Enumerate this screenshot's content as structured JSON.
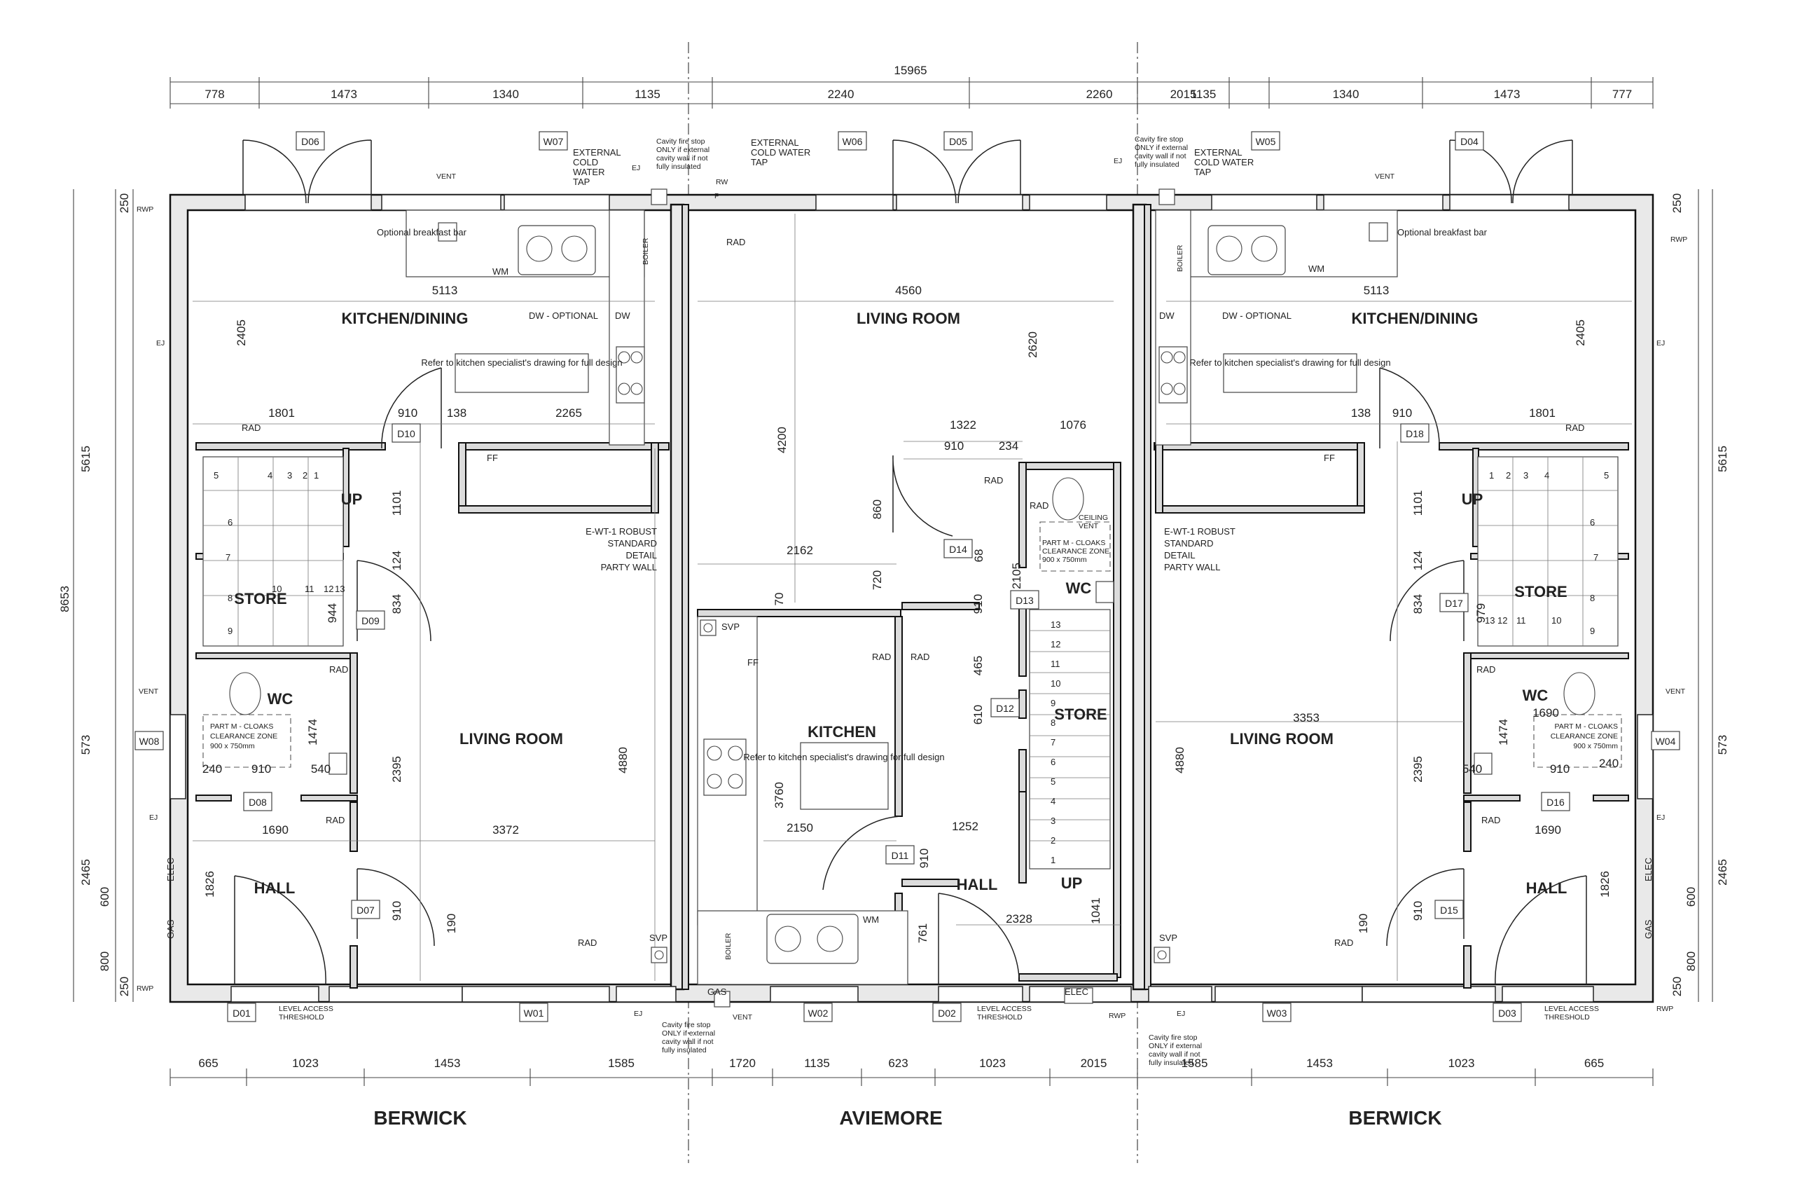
{
  "units": [
    {
      "name": "BERWICK"
    },
    {
      "name": "AVIEMORE"
    },
    {
      "name": "BERWICK"
    }
  ],
  "dims": {
    "overall": "15965",
    "top": [
      "778",
      "1473",
      "1340",
      "1135",
      "2240",
      "2260",
      "2015",
      "1135",
      "1340",
      "1473",
      "777"
    ],
    "bottom": [
      "665",
      "1023",
      "1453",
      "1585",
      "1720",
      "1135",
      "623",
      "1023",
      "2015",
      "1585",
      "1453",
      "1023",
      "665"
    ],
    "left_overall": "8653",
    "left_main": "5615",
    "left_sub": [
      "2465",
      "573"
    ],
    "left_small": [
      "250",
      "600",
      "800",
      "250"
    ],
    "right_main": "5615",
    "right_sub": [
      "2465",
      "573"
    ],
    "right_small": [
      "250",
      "600",
      "800",
      "250"
    ],
    "internal": {
      "b1": [
        "5113",
        "2405",
        "1801",
        "910",
        "138",
        "2265",
        "1101",
        "124",
        "944",
        "834",
        "1474",
        "240",
        "910",
        "540",
        "2395",
        "4880",
        "3372",
        "1690",
        "1826",
        "190",
        "910"
      ],
      "av": [
        "4560",
        "2620",
        "4200",
        "1322",
        "910",
        "234",
        "1076",
        "860",
        "2162",
        "720",
        "70",
        "2105",
        "68",
        "910",
        "465",
        "610",
        "3760",
        "2150",
        "1252",
        "910",
        "2328",
        "761",
        "1041"
      ],
      "b2": [
        "5113",
        "2405",
        "1801",
        "910",
        "138",
        "1101",
        "124",
        "979",
        "834",
        "1474",
        "1690",
        "540",
        "910",
        "240",
        "2395",
        "4880",
        "3353",
        "1690",
        "1826",
        "190",
        "910"
      ]
    }
  },
  "rooms": {
    "b1": {
      "kitchen_dining": "KITCHEN/DINING",
      "living": "LIVING ROOM",
      "store": "STORE",
      "wc": "WC",
      "hall": "HALL",
      "up": "UP"
    },
    "av": {
      "living": "LIVING ROOM",
      "kitchen": "KITCHEN",
      "wc": "WC",
      "store": "STORE",
      "hall": "HALL",
      "up": "UP"
    },
    "b2": {
      "kitchen_dining": "KITCHEN/DINING",
      "living": "LIVING ROOM",
      "store": "STORE",
      "wc": "WC",
      "hall": "HALL",
      "up": "UP"
    }
  },
  "tags": {
    "doors": [
      "D01",
      "D02",
      "D03",
      "D04",
      "D05",
      "D06",
      "D07",
      "D08",
      "D09",
      "D10",
      "D11",
      "D12",
      "D13",
      "D14",
      "D15",
      "D16",
      "D17",
      "D18"
    ],
    "windows": [
      "W01",
      "W02",
      "W03",
      "W04",
      "W05",
      "W06",
      "W07",
      "W08"
    ]
  },
  "notes": {
    "refer_kitchen": "Refer to kitchen specialist's drawing for full design",
    "refer_kitchen_av": "Refer to kitchen specialist's drawing for full design",
    "optional_breakfast": "Optional breakfast bar",
    "dw_optional": "DW - OPTIONAL",
    "dw": "DW",
    "wm": "WM",
    "ff": "FF",
    "rad": "RAD",
    "boiler": "BOILER",
    "party_wall": [
      "E-WT-1 ROBUST",
      "STANDARD",
      "DETAIL",
      "PARTY WALL"
    ],
    "part_m": [
      "PART M - CLOAKS",
      "CLEARANCE ZONE",
      "900 x 750mm"
    ],
    "ext_cold_water": [
      "EXTERNAL",
      "COLD",
      "WATER",
      "TAP"
    ],
    "ext_cold_water_av": [
      "EXTERNAL",
      "COLD WATER",
      "TAP"
    ],
    "ext_cold_water_b2": [
      "EXTERNAL",
      "COLD WATER",
      "TAP"
    ],
    "cavity_fire_stop": [
      "Cavity fire stop",
      "ONLY if external",
      "cavity wall if not",
      "fully insulated"
    ],
    "level_access": [
      "LEVEL ACCESS",
      "THRESHOLD"
    ],
    "ej": "EJ",
    "rwp": "RWP",
    "rw": "RW",
    "p": "P",
    "vent": "VENT",
    "svp": "SVP",
    "gas": "GAS",
    "elec": "ELEC",
    "ceiling_vent": [
      "CEILING",
      "VENT"
    ]
  },
  "stair_numbers": {
    "b1": [
      "1",
      "2",
      "3",
      "4",
      "5",
      "6",
      "7",
      "8",
      "9",
      "10",
      "11",
      "12",
      "13"
    ],
    "av": [
      "1",
      "2",
      "3",
      "4",
      "5",
      "6",
      "7",
      "8",
      "9",
      "10",
      "11",
      "12",
      "13"
    ],
    "b2": [
      "1",
      "2",
      "3",
      "4",
      "5",
      "6",
      "7",
      "8",
      "9",
      "10",
      "11",
      "12",
      "13"
    ]
  }
}
